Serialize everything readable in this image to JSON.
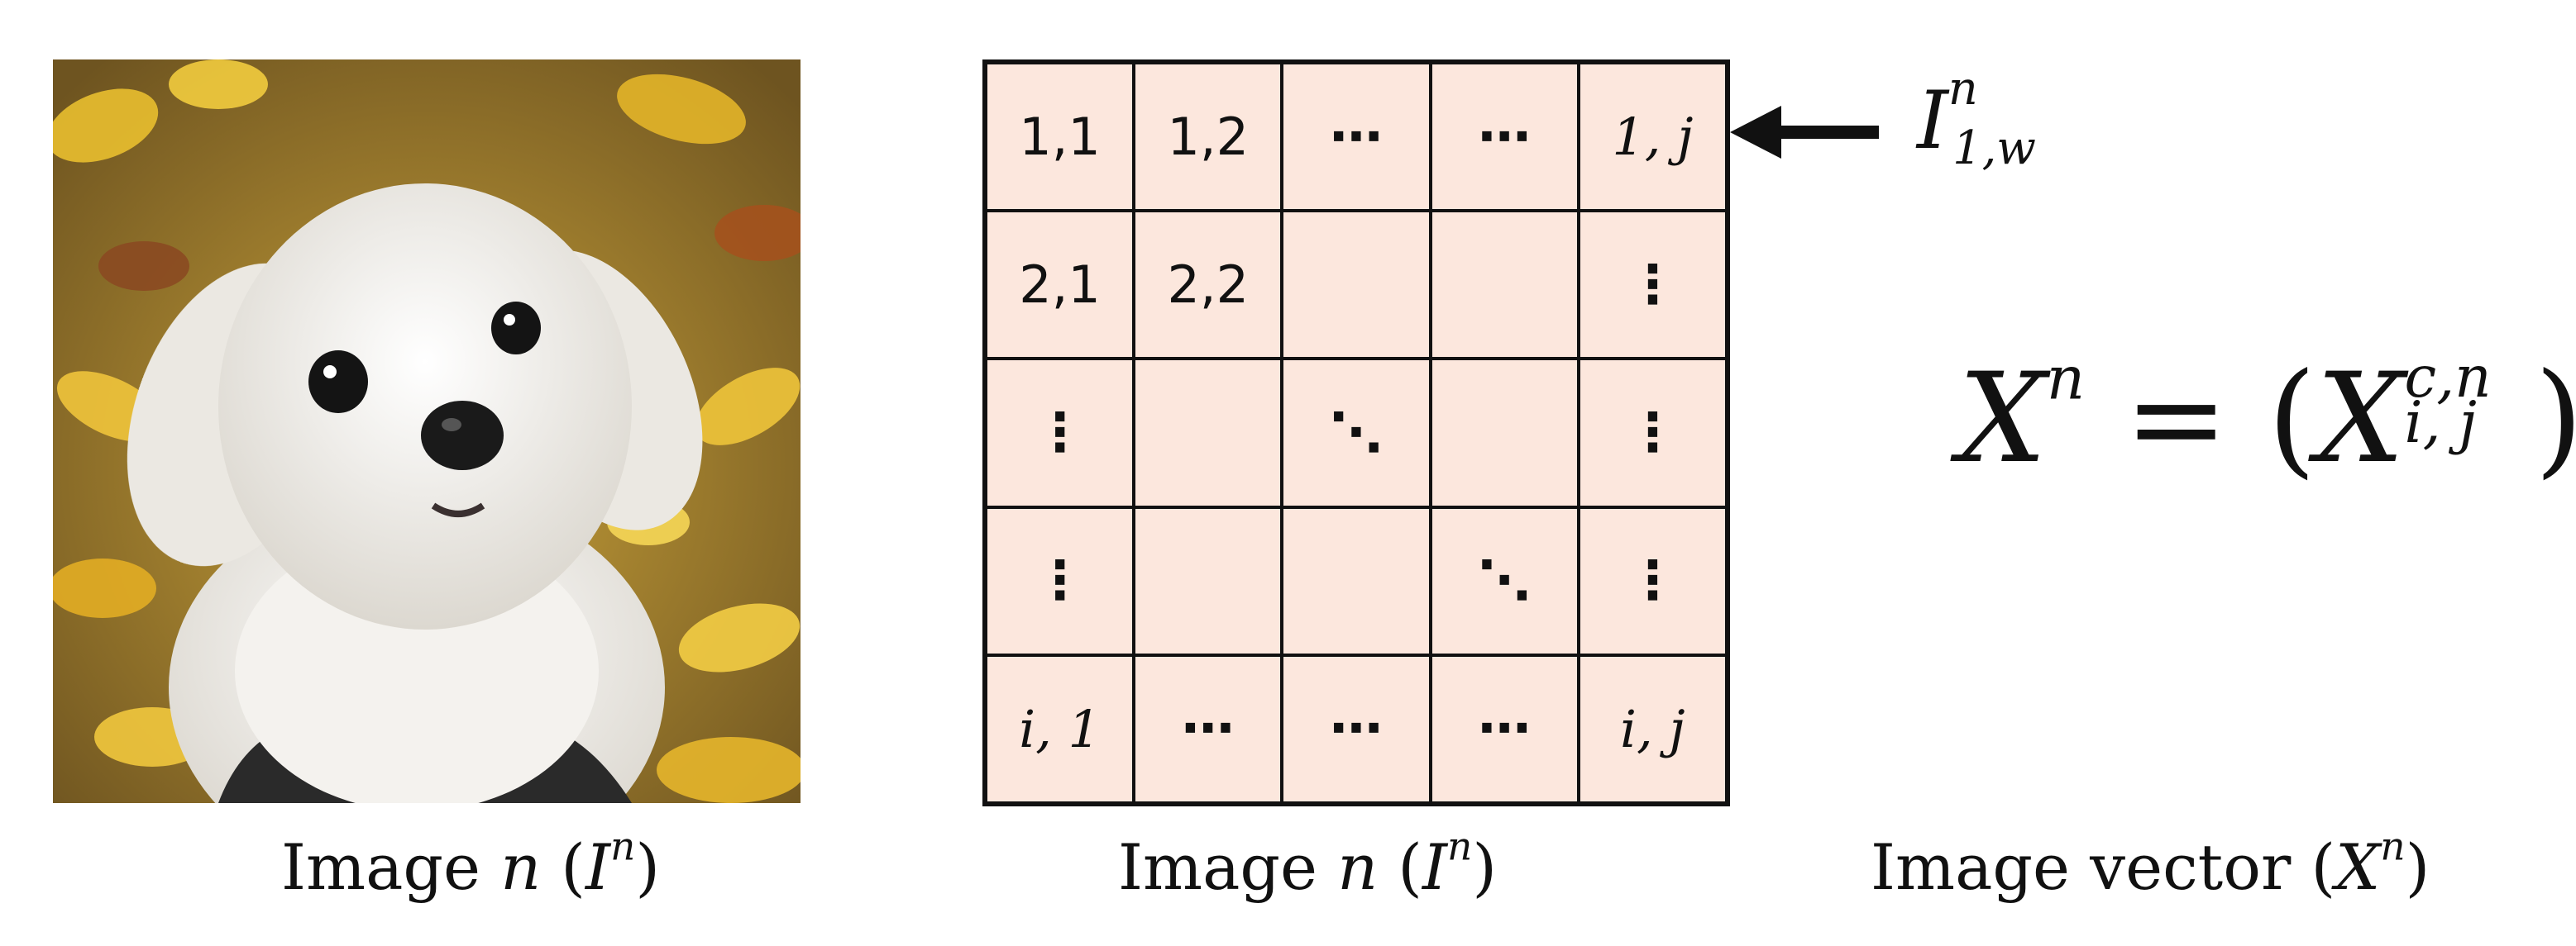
{
  "captions": {
    "left": {
      "prefix": "Image ",
      "var": "n",
      "paren_open": " (",
      "sym": "I",
      "sup": "n",
      "paren_close": ")"
    },
    "middle": {
      "prefix": "Image ",
      "var": "n",
      "paren_open": " (",
      "sym": "I",
      "sup": "n",
      "paren_close": ")"
    },
    "right": {
      "prefix": "Image vector ",
      "paren_open": "(",
      "sym": "X",
      "sup": "n",
      "paren_close": ")"
    }
  },
  "grid": {
    "rows": [
      [
        "1,1",
        "1,2",
        "⋯",
        "⋯",
        "1, j"
      ],
      [
        "2,1",
        "2,2",
        "",
        "",
        "⋮"
      ],
      [
        "⋮",
        "",
        "⋱",
        "",
        "⋮"
      ],
      [
        "⋮",
        "",
        "",
        "⋱",
        "⋮"
      ],
      [
        "i, 1",
        "⋯",
        "⋯",
        "⋯",
        "i, j"
      ]
    ]
  },
  "row_label": {
    "sym": "I",
    "sup": "n",
    "sub": "1,w"
  },
  "equation": {
    "lhs": "X",
    "lhs_sup": "n",
    "eq": " = (",
    "rhs": "X",
    "rhs_sup": "c,n",
    "rhs_sub": "i, j",
    "close": ")"
  },
  "colors": {
    "cell_fill": "#fce7dd",
    "line": "#111111"
  }
}
